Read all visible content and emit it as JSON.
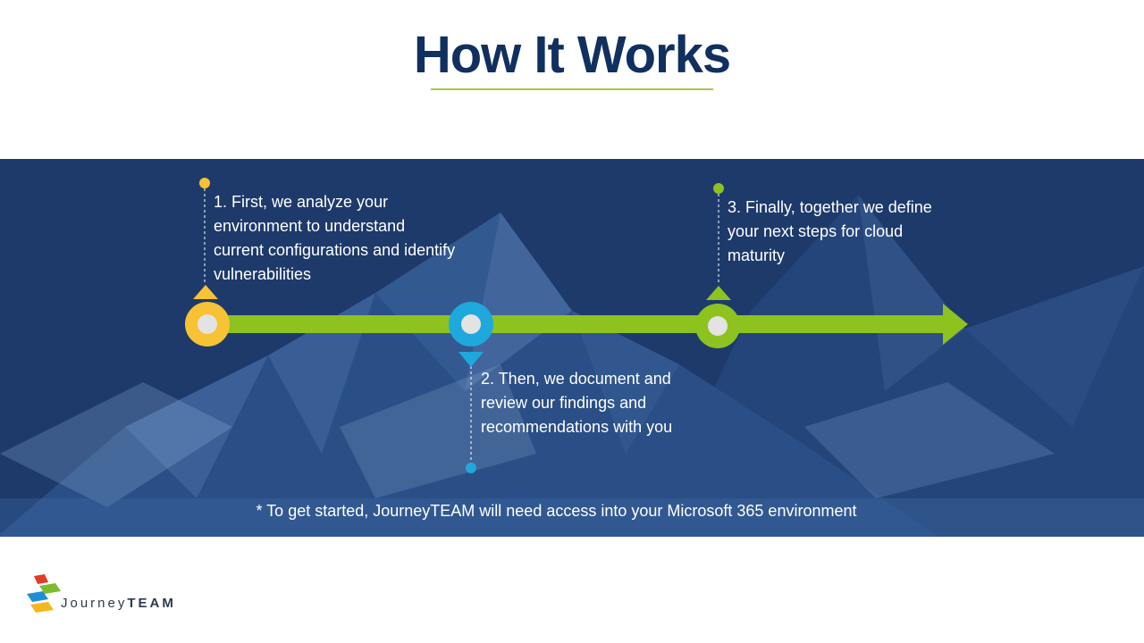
{
  "title": "How It Works",
  "steps": [
    {
      "text": "1. First, we analyze your environment to understand current configurations and identify vulnerabilities",
      "color": "#f7c234"
    },
    {
      "text": "2. Then, we document and review our findings and recommendations with you",
      "color": "#1fa8dc"
    },
    {
      "text": "3. Finally, together we define your next steps for cloud maturity",
      "color": "#8dc21f"
    }
  ],
  "footnote": "* To get started, JourneyTEAM will need access into your Microsoft 365 environment",
  "logo": {
    "light": "Journey",
    "bold": "TEAM",
    "icon": "journeyteam-logo-icon"
  },
  "colors": {
    "title": "#10305f",
    "title_rule": "#a6c84a",
    "band": "#1d3a6b",
    "arrow": "#8dc21f",
    "marker_center": "#e3e3e3"
  }
}
